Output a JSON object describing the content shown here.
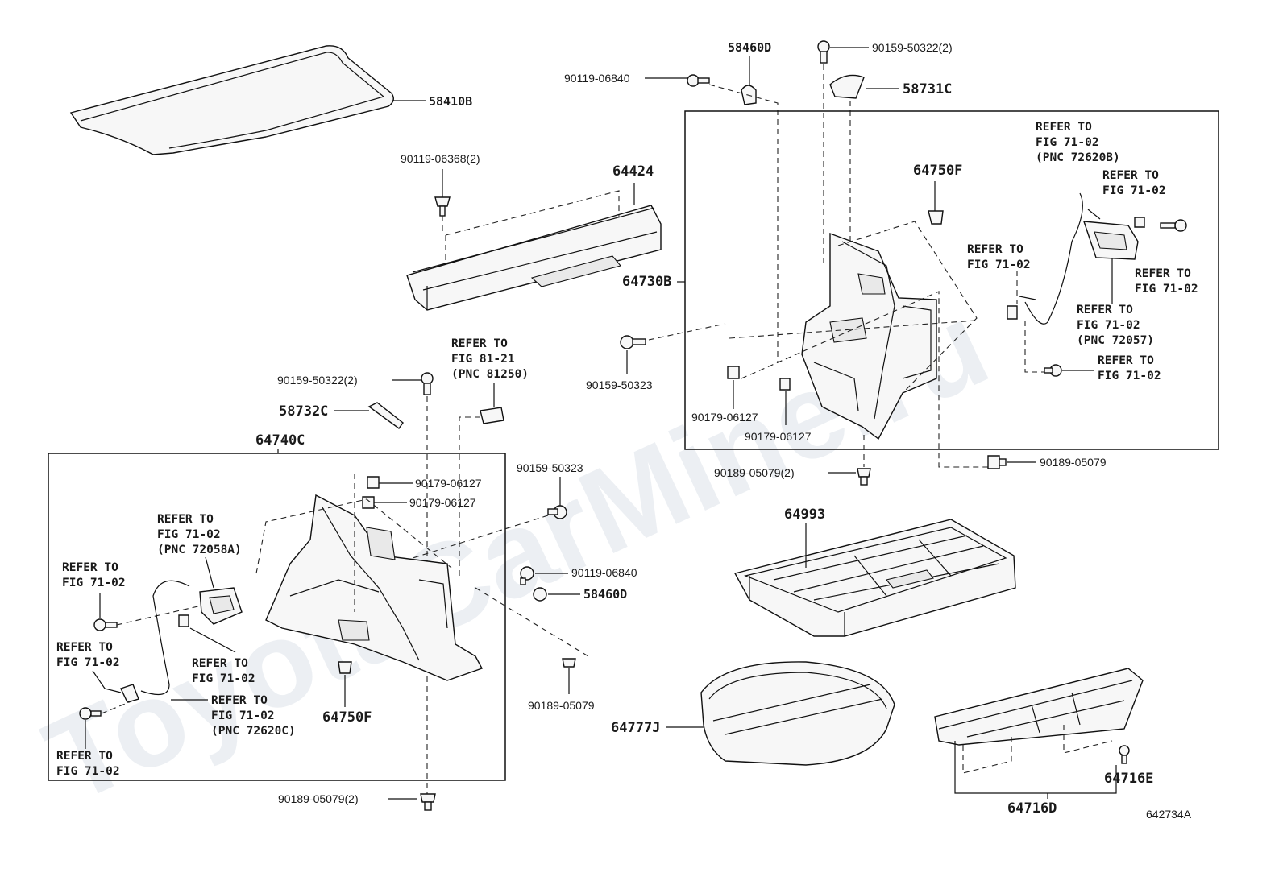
{
  "watermark": "ToyotaCarMine.ru",
  "figure_code": "642734A",
  "labels": {
    "p58410B": "58410B",
    "p64424": "64424",
    "p90119_06368": "90119-06368(2)",
    "p58460D_top": "58460D",
    "p90159_50322_top": "90159-50322(2)",
    "p90119_06840_top": "90119-06840",
    "p58731C": "58731C",
    "p64750F_top": "64750F",
    "p64730B": "64730B",
    "p90159_50323_mid": "90159-50323",
    "p90179_06127_a": "90179-06127",
    "p90179_06127_b": "90179-06127",
    "p90189_05079_2_top": "90189-05079(2)",
    "p90189_05079_right": "90189-05079",
    "p90159_50322_left": "90159-50322(2)",
    "p58732C": "58732C",
    "p64740C": "64740C",
    "p90179_06127_c": "90179-06127",
    "p90179_06127_d": "90179-06127",
    "p90159_50323_left": "90159-50323",
    "p90119_06840_left": "90119-06840",
    "p58460D_left": "58460D",
    "p64750F_left": "64750F",
    "p90189_05079_left": "90189-05079",
    "p90189_05079_2_bottom": "90189-05079(2)",
    "p64993": "64993",
    "p64777J": "64777J",
    "p64716E": "64716E",
    "p64716D": "64716D"
  },
  "refs": {
    "r1": [
      "REFER TO",
      "FIG 71-02",
      "(PNC 72620B)"
    ],
    "r2": [
      "REFER TO",
      "FIG 71-02"
    ],
    "r3": [
      "REFER TO",
      "FIG 71-02"
    ],
    "r4": [
      "REFER TO",
      "FIG 71-02"
    ],
    "r5": [
      "REFER TO",
      "FIG 71-02",
      "(PNC 72057)"
    ],
    "r6": [
      "REFER TO",
      "FIG 71-02"
    ],
    "r7": [
      "REFER TO",
      "FIG 81-21",
      "(PNC 81250)"
    ],
    "r8": [
      "REFER TO",
      "FIG 71-02",
      "(PNC 72058A)"
    ],
    "r9": [
      "REFER TO",
      "FIG 71-02"
    ],
    "r10": [
      "REFER TO",
      "FIG 71-02"
    ],
    "r11": [
      "REFER TO",
      "FIG 71-02"
    ],
    "r12": [
      "REFER TO",
      "FIG 71-02",
      "(PNC 72620C)"
    ],
    "r13": [
      "REFER TO",
      "FIG 71-02"
    ]
  }
}
